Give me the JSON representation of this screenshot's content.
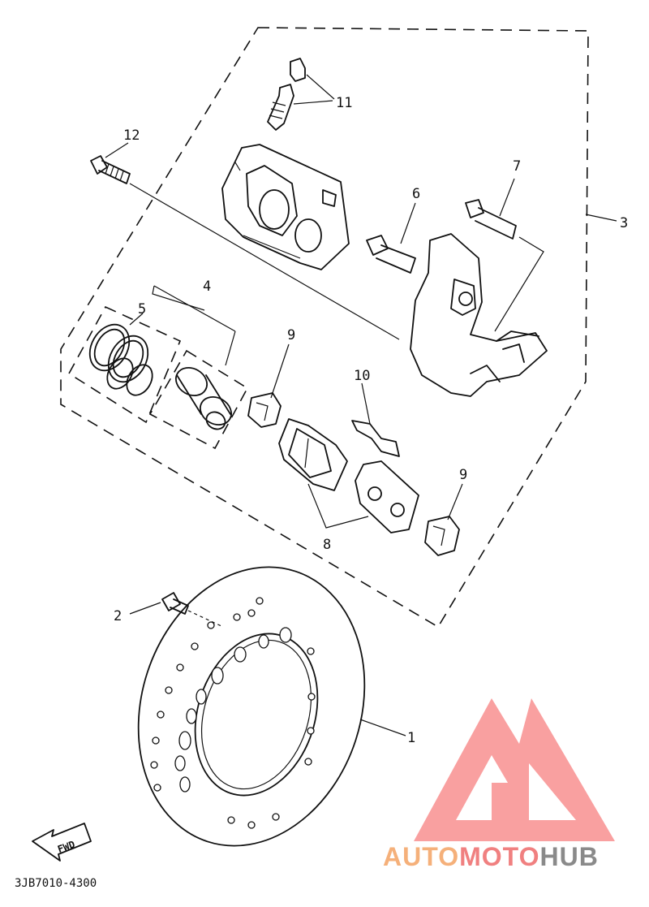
{
  "callouts": {
    "c1": "1",
    "c2": "2",
    "c3": "3",
    "c4": "4",
    "c5": "5",
    "c6": "6",
    "c7": "7",
    "c8": "8",
    "c9a": "9",
    "c9b": "9",
    "c10": "10",
    "c11": "11",
    "c12": "12"
  },
  "fwd_label": "FWD",
  "diagram_code": "3JB7010-4300",
  "watermark": {
    "word_auto": "AUTO",
    "word_moto": "MOTO",
    "word_hub": "HUB",
    "color_auto": "#f5b07a",
    "color_moto": "#f08080",
    "color_hub": "#8a8a8a"
  }
}
